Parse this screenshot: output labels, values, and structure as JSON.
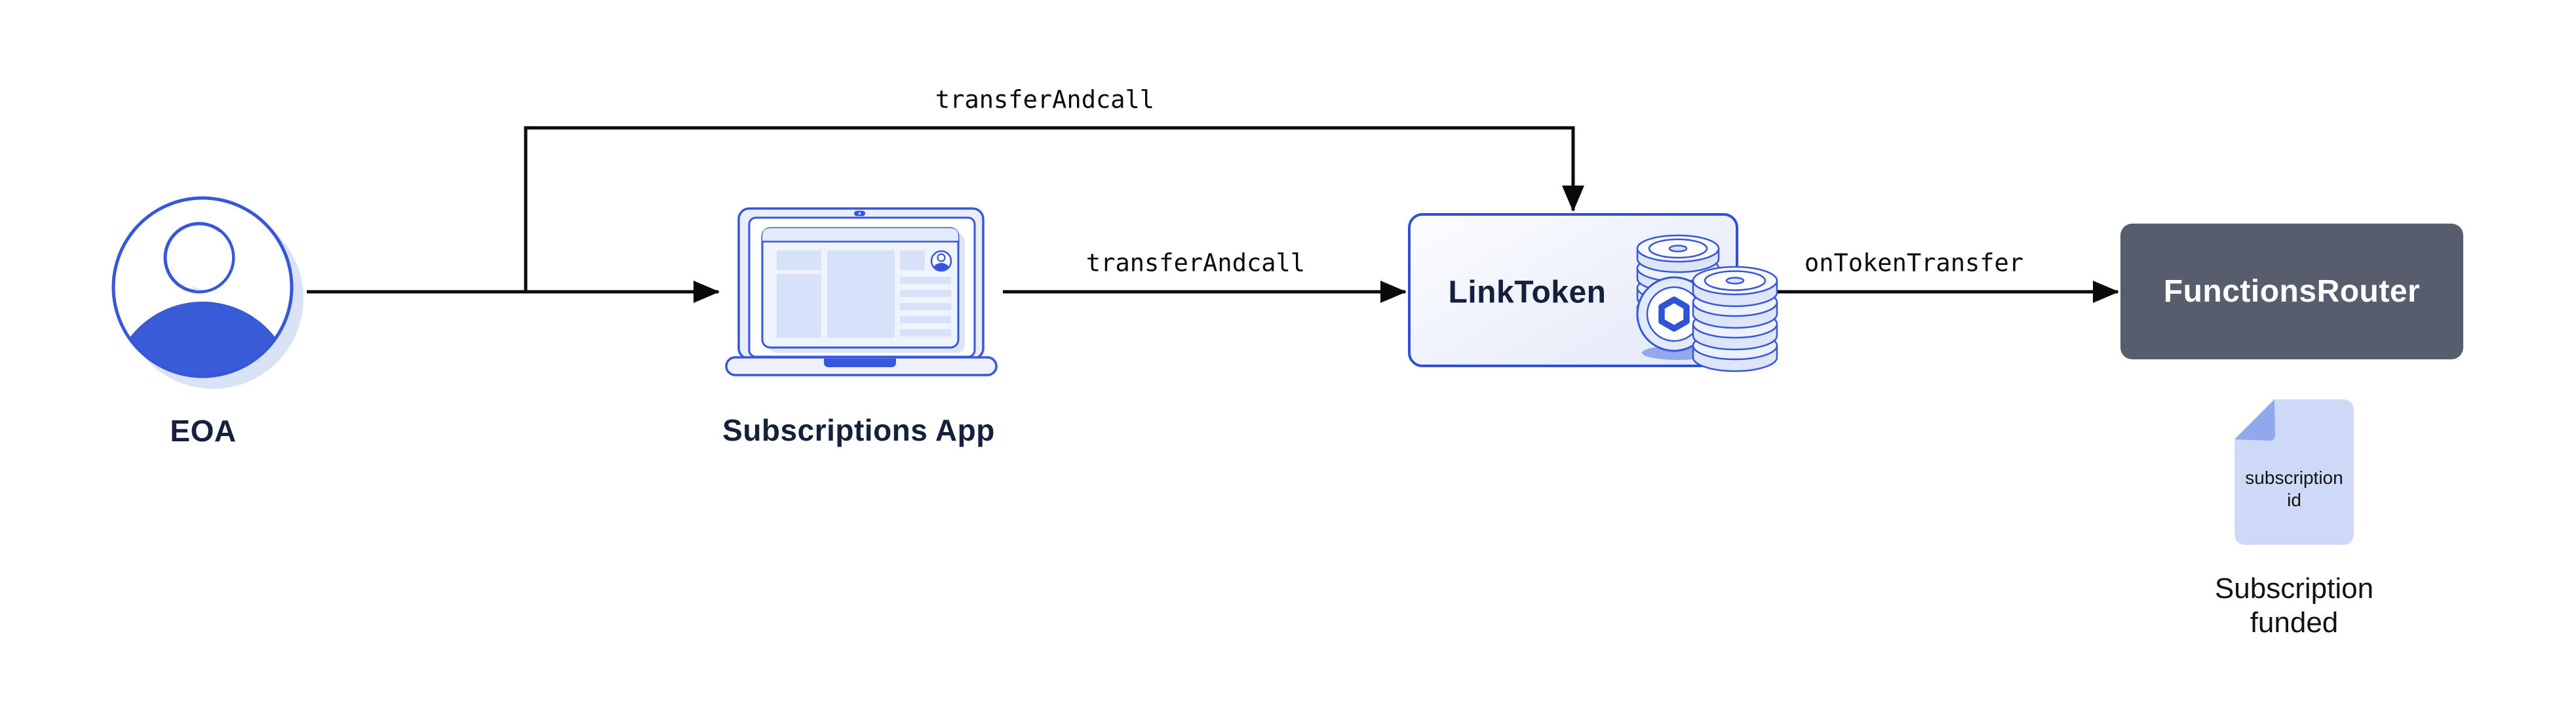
{
  "diagram": {
    "background": "#ffffff",
    "colors": {
      "accent_blue": "#3657d9",
      "border_blue": "#2e51d4",
      "router_bg": "#565d6c",
      "doc_fill": "#cdd9f6",
      "doc_fold": "#92a8ec",
      "arrow_black": "#0a0a0a",
      "label_navy": "#15203c"
    },
    "nodes": {
      "eoa": {
        "label": "EOA"
      },
      "subscriptions_app": {
        "label": "Subscriptions App"
      },
      "link_token": {
        "label": "LinkToken"
      },
      "functions_router": {
        "label": "FunctionsRouter"
      },
      "subscription_doc": {
        "line1": "subscription",
        "line2": "id"
      },
      "doc_caption": {
        "line1": "Subscription",
        "line2": "funded"
      }
    },
    "edges": {
      "eoa_branch_to_linktoken": {
        "label": "transferAndcall"
      },
      "app_to_linktoken": {
        "label": "transferAndcall"
      },
      "linktoken_to_router": {
        "label": "onTokenTransfer"
      }
    }
  }
}
